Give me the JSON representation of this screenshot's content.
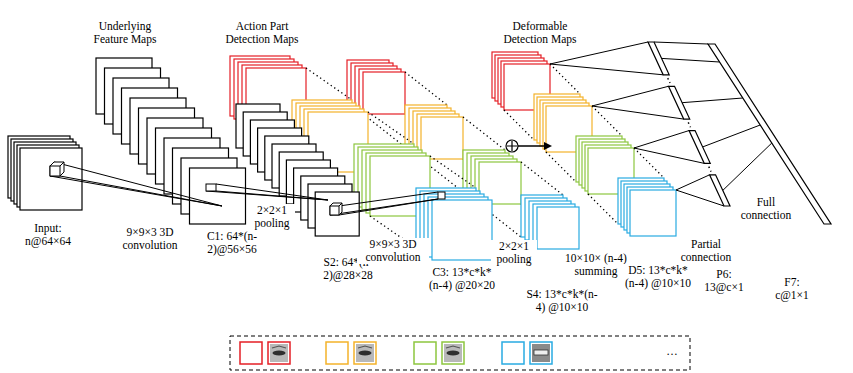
{
  "diagram": {
    "labels": [
      "Underlying Feature Maps",
      "Action Part Detection Maps",
      "Deformable Detection Maps",
      "Input: n@64×64",
      "9×9×3 3D convolution",
      "C1: 64*(n-2)@56×56",
      "2×2×1 pooling",
      "S2: 64*(n-2)@28×28",
      "9×9×3 3D convolution",
      "C3: 13*c*k*(n-4) @20×20",
      "2×2×1 pooling",
      "S4: 13*c*k*(n-4) @10×10",
      "10×10× (n-4) summing",
      "D5: 13*c*k*(n-4) @10×10",
      "Partial connection",
      "P6: 13@c×1",
      "Full connection",
      "F7: c@1×1",
      "…"
    ]
  }
}
